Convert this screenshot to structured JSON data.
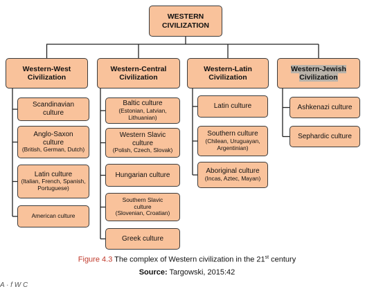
{
  "root": {
    "line1": "WESTERN",
    "line2": "CIVILIZATION"
  },
  "branches": [
    {
      "title1": "Western-West",
      "title2": "Civilization",
      "children": [
        {
          "lines": [
            "Scandinavian",
            "culture"
          ],
          "sub": []
        },
        {
          "lines": [
            "Anglo-Saxon",
            "culture"
          ],
          "sub": [
            "(British, German, Dutch)"
          ]
        },
        {
          "lines": [
            "Latin culture"
          ],
          "sub": [
            "(Italian, French, Spanish,",
            "Portuguese)"
          ]
        },
        {
          "lines": [],
          "sub": [
            "American culture"
          ]
        }
      ]
    },
    {
      "title1": "Western-Central",
      "title2": "Civilization",
      "children": [
        {
          "lines": [
            "Baltic culture"
          ],
          "sub": [
            "(Estonian, Latvian,",
            "Lithuanian)"
          ]
        },
        {
          "lines": [
            "Western Slavic",
            "culture"
          ],
          "sub": [
            "(Polish, Czech, Slovak)"
          ]
        },
        {
          "lines": [
            "Hungarian culture"
          ],
          "sub": []
        },
        {
          "lines": [],
          "sub": [
            "Southern Slavic",
            "culture",
            "(Slovenian, Croatian)"
          ]
        },
        {
          "lines": [
            "Greek culture"
          ],
          "sub": []
        }
      ]
    },
    {
      "title1": "Western-Latin",
      "title2": "Civilization",
      "children": [
        {
          "lines": [
            "Latin culture"
          ],
          "sub": []
        },
        {
          "lines": [
            "Southern culture"
          ],
          "sub": [
            "(Chilean, Uruguayan,",
            "Argentinian)"
          ]
        },
        {
          "lines": [
            "Aboriginal culture"
          ],
          "sub": [
            "(Incas, Aztec, Mayan)"
          ]
        }
      ]
    },
    {
      "title1": "Western-Jewish",
      "title2": "Civilization",
      "children": [
        {
          "lines": [
            "Ashkenazi culture"
          ],
          "sub": []
        },
        {
          "lines": [
            "Sephardic culture"
          ],
          "sub": []
        }
      ]
    }
  ],
  "caption": {
    "figure": "Figure 4.3",
    "text_before": " The complex of Western civilization in the 21",
    "sup": "st",
    "text_after": " century"
  },
  "source": {
    "label": "Source:",
    "text": " Targowski, 2015:42"
  },
  "cutoff_text": "A              ·                         f W              C             "
}
